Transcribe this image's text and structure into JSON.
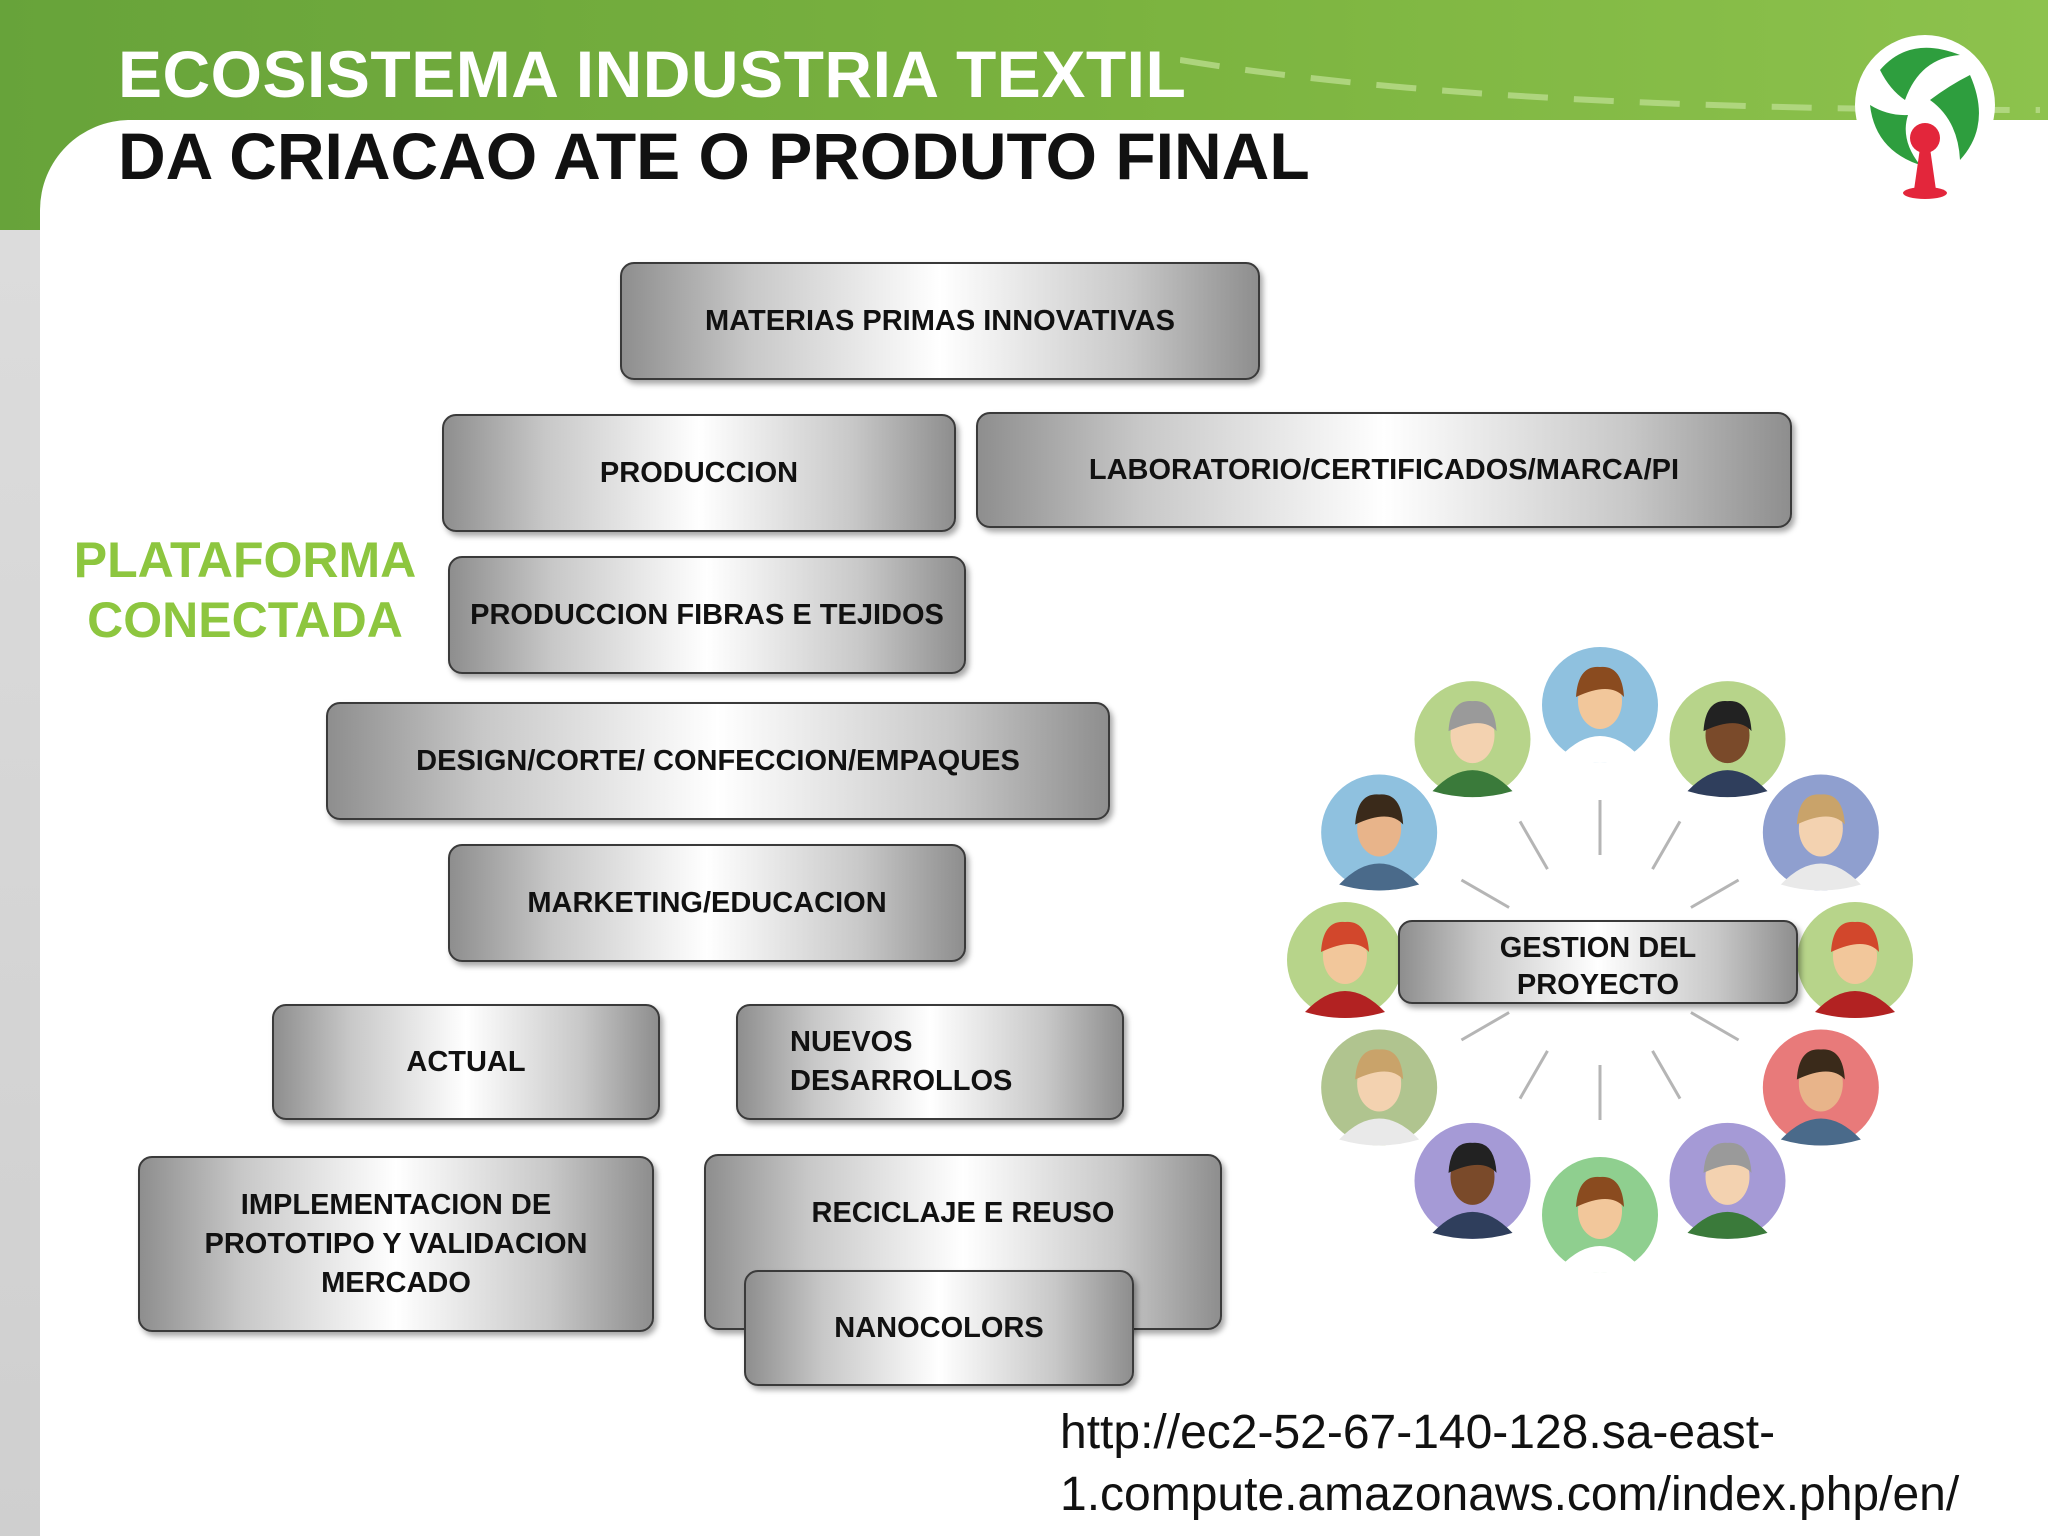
{
  "header": {
    "title_line1": "ECOSISTEMA INDUSTRIA TEXTIL",
    "title_line2": "DA CRIACAO ATE O PRODUTO FINAL"
  },
  "side_label": {
    "line1": "PLATAFORMA",
    "line2": "CONECTADA"
  },
  "diagram": {
    "materias": "MATERIAS PRIMAS INNOVATIVAS",
    "produccion": "PRODUCCION",
    "laboratorio": "LABORATORIO/CERTIFICADOS/MARCA/PI",
    "fibras": "PRODUCCION FIBRAS E TEJIDOS",
    "design": "DESIGN/CORTE/ CONFECCION/EMPAQUES",
    "marketing": "MARKETING/EDUCACION",
    "actual": "ACTUAL",
    "nuevos": "NUEVOS DESARROLLOS",
    "implementacion": "IMPLEMENTACION DE PROTOTIPO Y VALIDACION MERCADO",
    "reciclaje": "RECICLAJE E REUSO",
    "nanocolors": "NANOCOLORS",
    "gestion": "GESTION DEL PROYECTO"
  },
  "people_circle": {
    "avatar_colors": [
      "#8fc1df",
      "#b7d48a",
      "#8f9fcf",
      "#b7d48a",
      "#e87a7a",
      "#a59ad6",
      "#8fcf8f",
      "#a59ad6",
      "#b0c48f",
      "#b7d48a",
      "#8fc1df",
      "#b7d48a"
    ]
  },
  "source_url": {
    "line1": "http://ec2-52-67-140-128.sa-east-",
    "line2": "1.compute.amazonaws.com/index.php/en/"
  },
  "colors": {
    "banner_green": "#7bb33f",
    "accent_green": "#8dc63f",
    "logo_red": "#e3263b"
  }
}
